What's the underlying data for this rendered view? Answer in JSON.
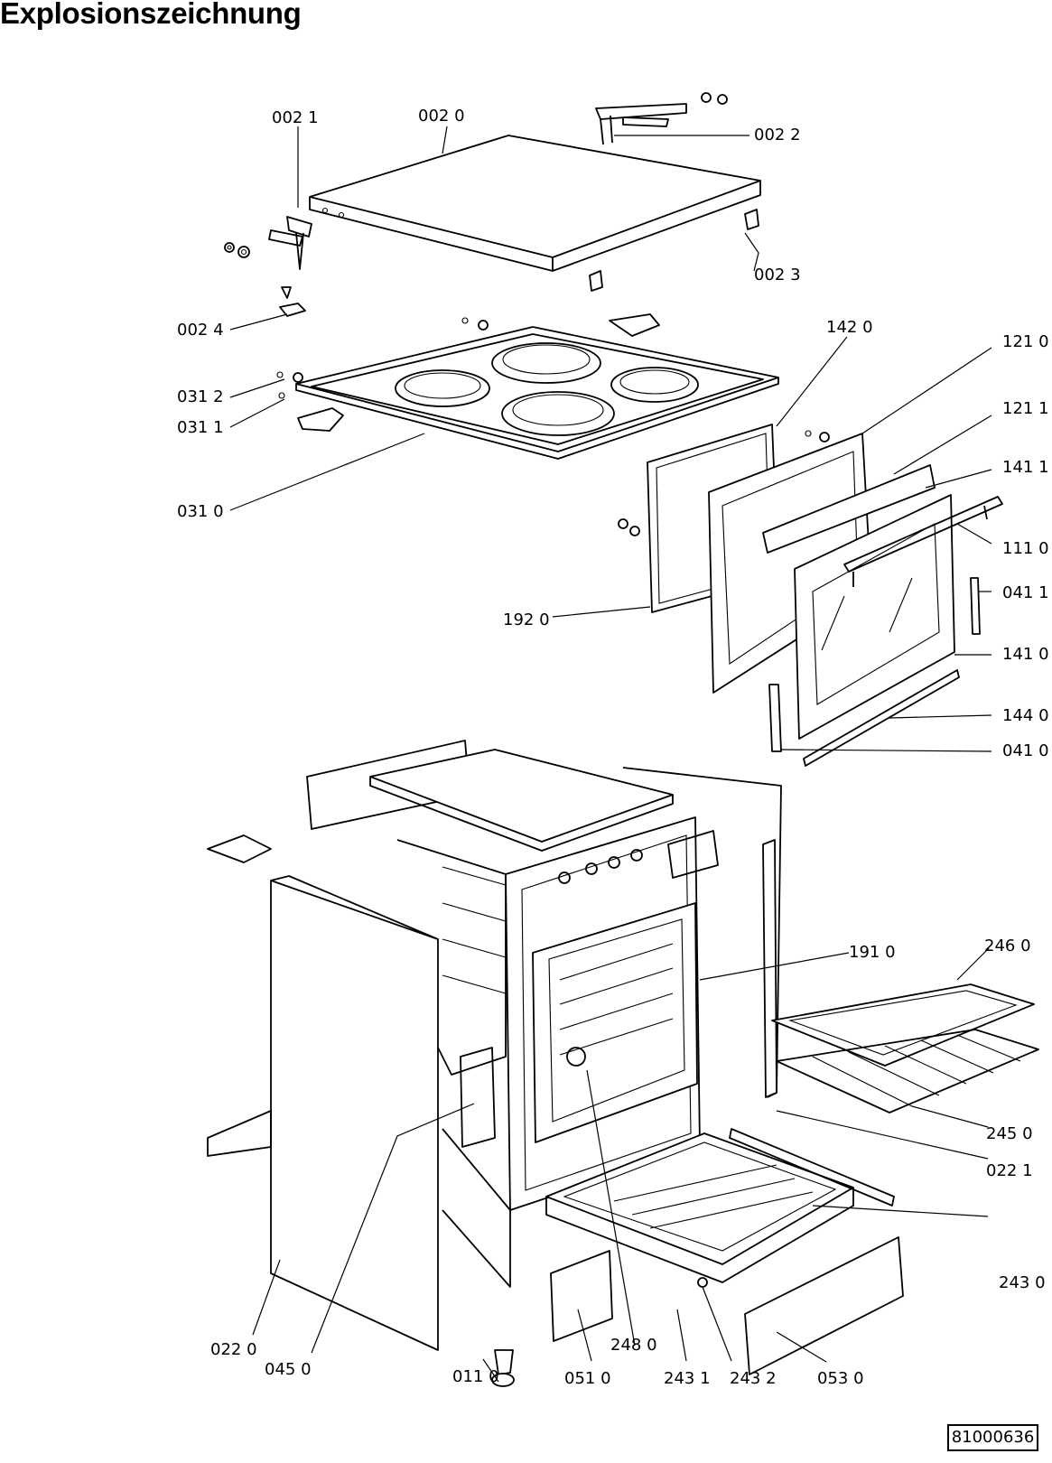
{
  "title": "Explosionszeichnung",
  "document_number": "81000636",
  "callouts": [
    {
      "id": "0021",
      "text": "002 1"
    },
    {
      "id": "0020",
      "text": "002 0"
    },
    {
      "id": "0022",
      "text": "002 2"
    },
    {
      "id": "0023",
      "text": "002 3"
    },
    {
      "id": "0024",
      "text": "002 4"
    },
    {
      "id": "0312",
      "text": "031 2"
    },
    {
      "id": "0311",
      "text": "031 1"
    },
    {
      "id": "0310",
      "text": "031 0"
    },
    {
      "id": "1420",
      "text": "142 0"
    },
    {
      "id": "1210",
      "text": "121 0"
    },
    {
      "id": "1211",
      "text": "121 1"
    },
    {
      "id": "1411",
      "text": "141 1"
    },
    {
      "id": "1110",
      "text": "111 0"
    },
    {
      "id": "0411",
      "text": "041 1"
    },
    {
      "id": "1920",
      "text": "192 0"
    },
    {
      "id": "1410",
      "text": "141 0"
    },
    {
      "id": "1440",
      "text": "144 0"
    },
    {
      "id": "0410",
      "text": "041 0"
    },
    {
      "id": "1910",
      "text": "191 0"
    },
    {
      "id": "2460",
      "text": "246 0"
    },
    {
      "id": "2450",
      "text": "245 0"
    },
    {
      "id": "0221",
      "text": "022 1"
    },
    {
      "id": "2430",
      "text": "243 0"
    },
    {
      "id": "0220",
      "text": "022 0"
    },
    {
      "id": "2480",
      "text": "248 0"
    },
    {
      "id": "0450",
      "text": "045 0"
    },
    {
      "id": "0110",
      "text": "011 0"
    },
    {
      "id": "0510",
      "text": "051 0"
    },
    {
      "id": "2431",
      "text": "243 1"
    },
    {
      "id": "2432",
      "text": "243 2"
    },
    {
      "id": "0530",
      "text": "053 0"
    }
  ]
}
